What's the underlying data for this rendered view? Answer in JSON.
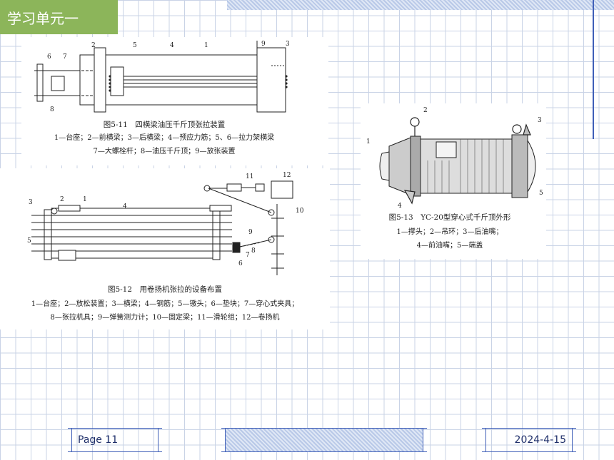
{
  "header": {
    "title": "学习单元一"
  },
  "figures": {
    "fig_5_11": {
      "caption": "图5-11　四横梁油压千斤顶张拉装置",
      "legend_lines": [
        "1—台座；2—前横梁；3—后横梁；4—预应力筋；5、6—拉力架横梁",
        "7—大螺栓杆；8—油压千斤顶；9—放张装置"
      ],
      "labels": [
        "1",
        "2",
        "3",
        "4",
        "5",
        "6",
        "7",
        "8",
        "9"
      ]
    },
    "fig_5_12": {
      "caption": "图5-12　用卷扬机张拉的设备布置",
      "legend_lines": [
        "1—台座；2—放松装置；3—横梁；4—钢筋；5—镦头；6—垫块；7—穿心式夹具；",
        "8—张拉机具；9—弹簧测力计；10—固定梁；11—滑轮组；12—卷扬机"
      ],
      "labels": [
        "1",
        "2",
        "3",
        "4",
        "5",
        "6",
        "7",
        "8",
        "9",
        "10",
        "11",
        "12"
      ]
    },
    "fig_5_13": {
      "caption": "图5-13　YC-20型穿心式千斤顶外形",
      "legend_lines": [
        "1—撑头；2—吊环；3—后油嘴；",
        "4—前油嘴；5—端盖"
      ],
      "labels": [
        "1",
        "2",
        "3",
        "4",
        "5"
      ]
    }
  },
  "footer": {
    "page": "Page 11",
    "date": "2024-4-15"
  }
}
